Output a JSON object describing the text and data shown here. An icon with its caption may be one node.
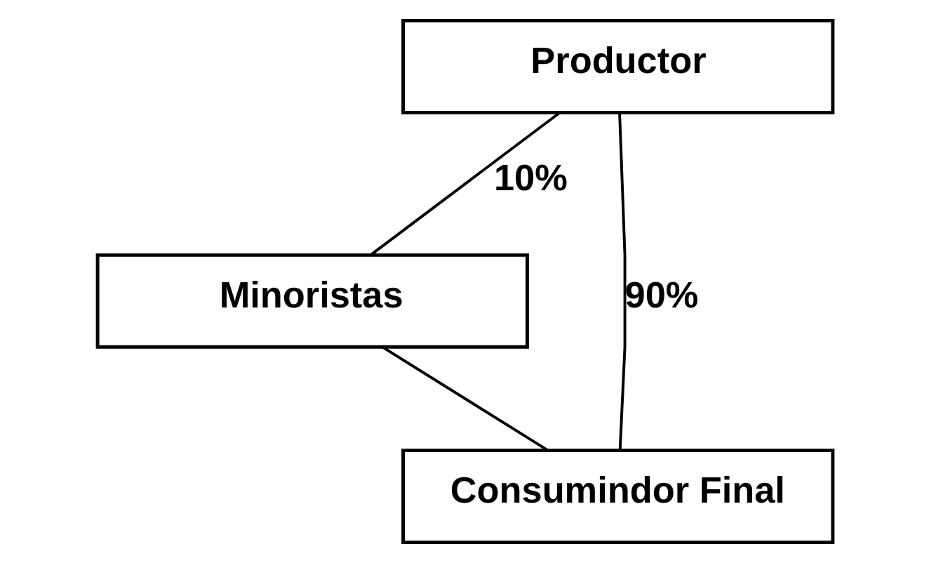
{
  "diagram": {
    "nodes": [
      {
        "text": [
          "Productor"
        ]
      },
      {
        "text": [
          "Minoristas"
        ]
      },
      {
        "text": [
          "Consumindor Final"
        ]
      }
    ],
    "edges": [
      {
        "from": 0,
        "to": 1,
        "arrow": "none",
        "label": "10%"
      },
      {
        "from": 1,
        "to": 2,
        "arrow": "none"
      },
      {
        "from": 0,
        "to": 2,
        "arrow": "none",
        "label": "90%"
      }
    ]
  }
}
